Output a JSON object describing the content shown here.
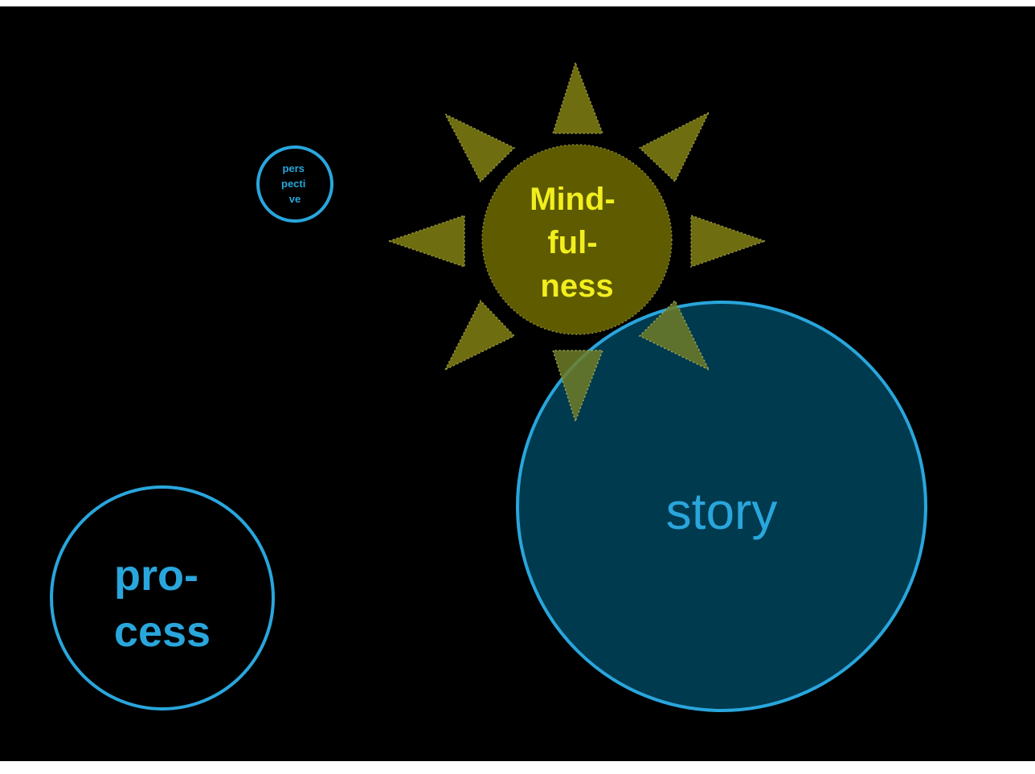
{
  "colors": {
    "background": "#000000",
    "outline_blue": "#29a6dc",
    "story_fill": "#003a4f",
    "sun_fill": "#5e5b00",
    "sun_ray_fill": "#6e6d10",
    "sun_text": "#f2ee1e",
    "blue_text": "#29a6dc"
  },
  "nodes": {
    "mindfulness": {
      "lines": [
        "Mind-",
        "ful-",
        "ness"
      ]
    },
    "perspective": {
      "lines": [
        "pers",
        "pecti",
        "ve"
      ]
    },
    "process": {
      "lines": [
        "pro-",
        "cess"
      ]
    },
    "story": {
      "label": "story"
    }
  }
}
